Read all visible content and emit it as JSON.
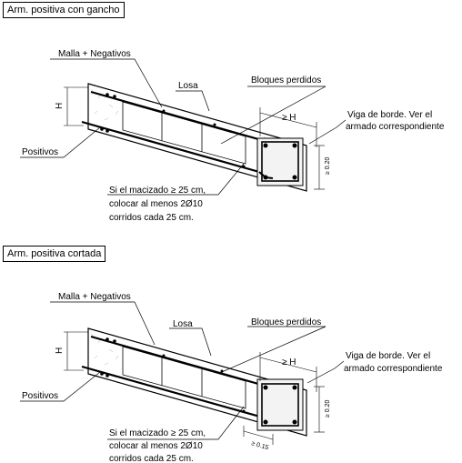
{
  "details": [
    {
      "title": "Arm. positiva con gancho",
      "malla": "Malla + Negativos",
      "losa": "Losa",
      "bloques": "Bloques perdidos",
      "viga_line1": "Viga de borde. Ver el",
      "viga_line2": "armado correspondiente",
      "positivos": "Positivos",
      "note_line1": "Si el macizado  ≥  25 cm,",
      "note_line2": "colocar al menos 2Ø10",
      "note_line3": "corridos cada 25 cm.",
      "dim_h_top": "≥  H",
      "dim_h_left": "H",
      "dim_020": "≥ 0.20"
    },
    {
      "title": "Arm. positiva cortada",
      "malla": "Malla + Negativos",
      "losa": "Losa",
      "bloques": "Bloques perdidos",
      "viga_line1": "Viga de borde. Ver el",
      "viga_line2": "armado correspondiente",
      "positivos": "Positivos",
      "note_line1": "Si el macizado  ≥  25 cm,",
      "note_line2": "colocar al menos 2Ø10",
      "note_line3": "corridos cada 25 cm.",
      "dim_h_top": "≥  H",
      "dim_h_left": "H",
      "dim_020": "≥ 0.20",
      "dim_015": "≥ 0.15"
    }
  ]
}
